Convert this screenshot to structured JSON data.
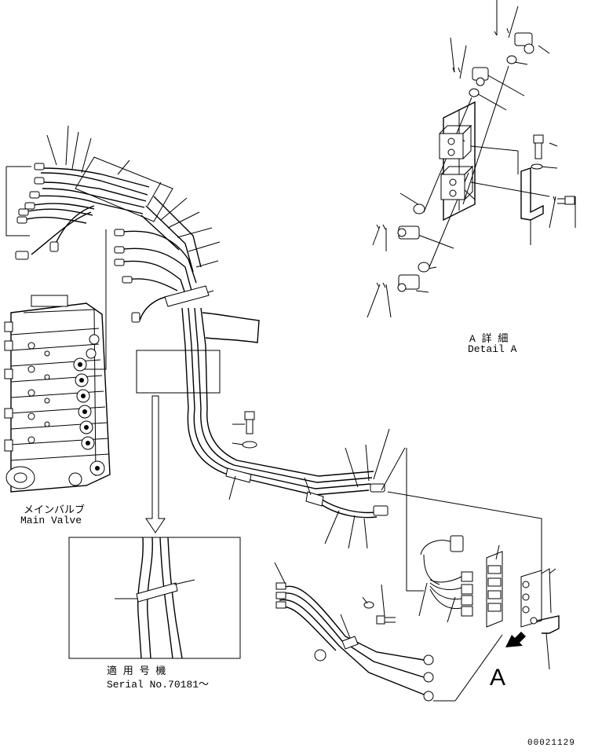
{
  "labels": {
    "main_valve_jp": "メインバルブ",
    "main_valve_en": "Main Valve",
    "detail_jp": "A 詳 細",
    "detail_en": "Detail A",
    "serial_jp": "適 用 号 機",
    "serial_en": "Serial No.70181～",
    "view_letter": "A",
    "drawing_number": "00021129"
  },
  "colors": {
    "line": "#000000",
    "background": "#ffffff"
  }
}
